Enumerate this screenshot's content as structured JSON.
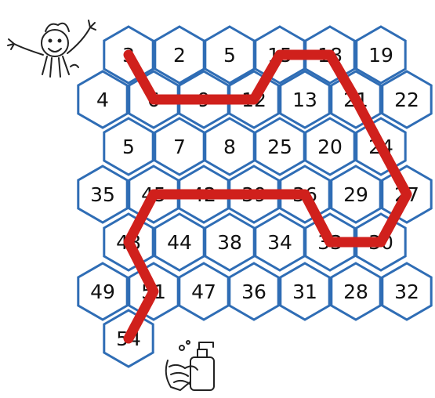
{
  "puzzle": {
    "rows": [
      {
        "cells": [
          {
            "n": "3"
          },
          {
            "n": "2"
          },
          {
            "n": "5"
          },
          {
            "n": "15"
          },
          {
            "n": "18"
          },
          {
            "n": "19"
          }
        ]
      },
      {
        "cells": [
          {
            "n": "4"
          },
          {
            "n": "6"
          },
          {
            "n": "9"
          },
          {
            "n": "12"
          },
          {
            "n": "13"
          },
          {
            "n": "21"
          },
          {
            "n": "22"
          }
        ]
      },
      {
        "cells": [
          {
            "n": "5"
          },
          {
            "n": "7"
          },
          {
            "n": "8"
          },
          {
            "n": "25"
          },
          {
            "n": "20"
          },
          {
            "n": "24"
          }
        ]
      },
      {
        "cells": [
          {
            "n": "35"
          },
          {
            "n": "45"
          },
          {
            "n": "42"
          },
          {
            "n": "39"
          },
          {
            "n": "36"
          },
          {
            "n": "29"
          },
          {
            "n": "27"
          }
        ]
      },
      {
        "cells": [
          {
            "n": "48"
          },
          {
            "n": "44"
          },
          {
            "n": "38"
          },
          {
            "n": "34"
          },
          {
            "n": "33"
          },
          {
            "n": "30"
          }
        ]
      },
      {
        "cells": [
          {
            "n": "49"
          },
          {
            "n": "51"
          },
          {
            "n": "47"
          },
          {
            "n": "36"
          },
          {
            "n": "31"
          },
          {
            "n": "28"
          },
          {
            "n": "32"
          }
        ]
      },
      {
        "cells": [
          {
            "n": "54"
          }
        ]
      }
    ],
    "path_sequence": [
      "3",
      "6",
      "9",
      "12",
      "15",
      "18",
      "21",
      "24",
      "27",
      "30",
      "33",
      "36",
      "39",
      "42",
      "45",
      "48",
      "51",
      "54"
    ],
    "colors": {
      "hex_stroke": "#2f6db5",
      "path": "#d0201c",
      "text": "#111111"
    },
    "start_icon": "cartoon-person-washing-hands-icon",
    "end_icon": "soap-pump-and-hands-icon"
  }
}
